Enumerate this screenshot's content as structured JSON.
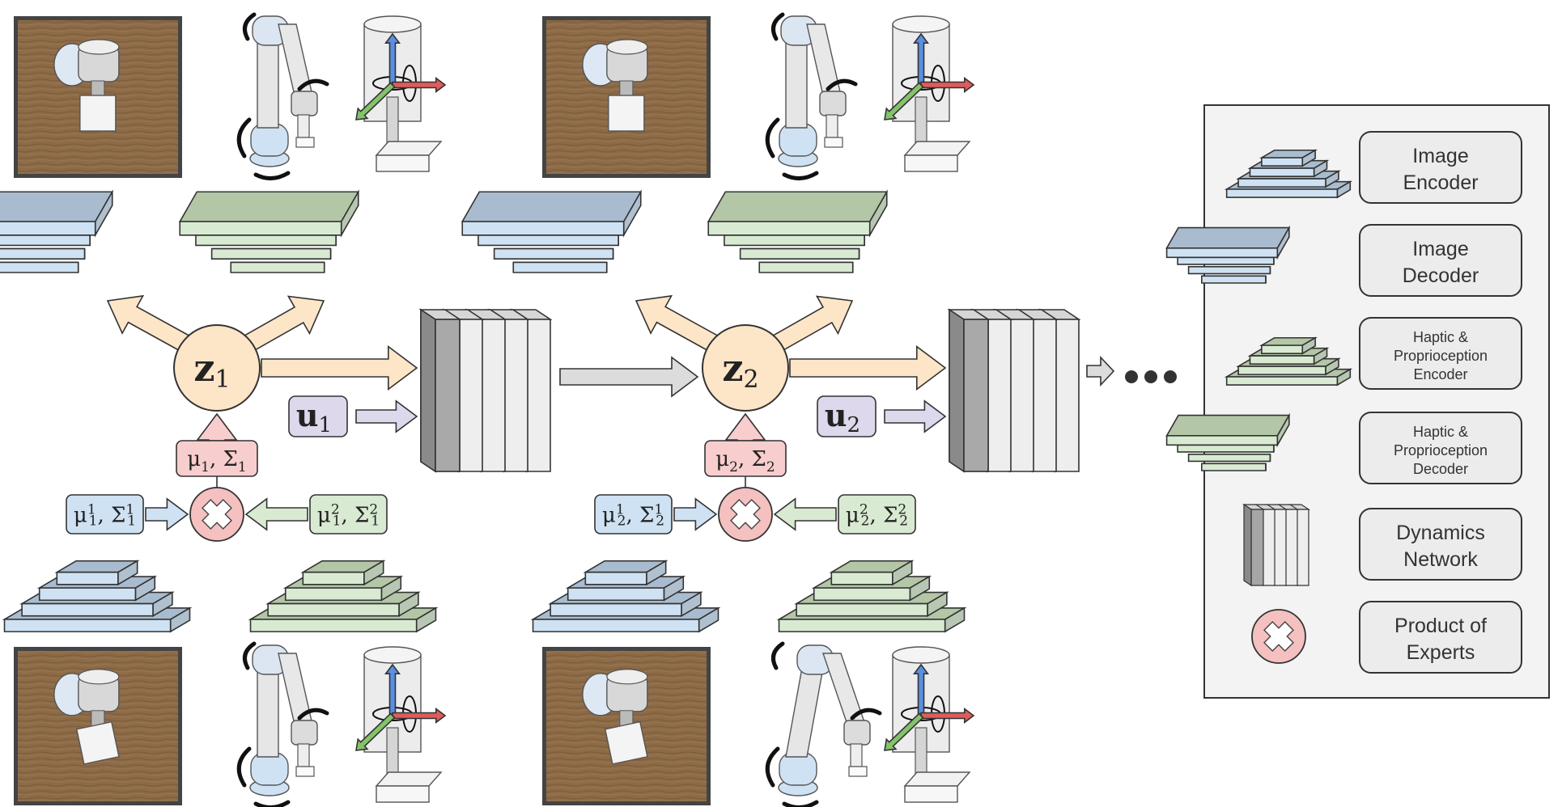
{
  "timesteps": [
    {
      "latent": {
        "symbol": "z",
        "sub": "1"
      },
      "action": {
        "symbol": "u",
        "sub": "1"
      },
      "fused": {
        "mu": "μ",
        "msub": "1",
        "sep": ", ",
        "sig": "Σ",
        "ssub": "1"
      },
      "image_dist": {
        "mu": "μ",
        "msub": "1",
        "msup": "1",
        "sep": ", ",
        "sig": "Σ",
        "ssub": "1",
        "ssup": "1"
      },
      "haptic_dist": {
        "mu": "μ",
        "msub": "1",
        "msup": "2",
        "sep": ", ",
        "sig": "Σ",
        "ssub": "1",
        "ssup": "2"
      }
    },
    {
      "latent": {
        "symbol": "z",
        "sub": "2"
      },
      "action": {
        "symbol": "u",
        "sub": "2"
      },
      "fused": {
        "mu": "μ",
        "msub": "2",
        "sep": ", ",
        "sig": "Σ",
        "ssub": "2"
      },
      "image_dist": {
        "mu": "μ",
        "msub": "2",
        "msup": "1",
        "sep": ", ",
        "sig": "Σ",
        "ssub": "2",
        "ssup": "1"
      },
      "haptic_dist": {
        "mu": "μ",
        "msub": "2",
        "msup": "2",
        "sep": ", ",
        "sig": "Σ",
        "ssub": "2",
        "ssup": "2"
      }
    }
  ],
  "legend": {
    "image_encoder": [
      "Image",
      "Encoder"
    ],
    "image_decoder": [
      "Image",
      "Decoder"
    ],
    "haptic_encoder": [
      "Haptic &",
      "Proprioception",
      "Encoder"
    ],
    "haptic_decoder": [
      "Haptic &",
      "Proprioception",
      "Decoder"
    ],
    "dynamics": [
      "Dynamics",
      "Network"
    ],
    "poe": [
      "Product of",
      "Experts"
    ]
  },
  "colors": {
    "image_blue": "#cfe2f3",
    "image_blue_top": "#a9bccf",
    "haptic_green": "#d9ead3",
    "haptic_green_top": "#b3c6a6",
    "latent_fill": "#fde5c8",
    "latent_arrow": "#fde5c8",
    "action_fill": "#ddd8ec",
    "fused_fill": "#f7cdcd",
    "poe_fill": "#f4c0c0",
    "poe_cross": "#ffffff",
    "gray_arrow": "#dcdcdc",
    "wood": "#8c6a45"
  },
  "icons": [
    "robot-arm-icon",
    "force-torque-axes-icon",
    "wooden-table-camera-view",
    "ellipsis-icon",
    "poe-cross-icon"
  ]
}
